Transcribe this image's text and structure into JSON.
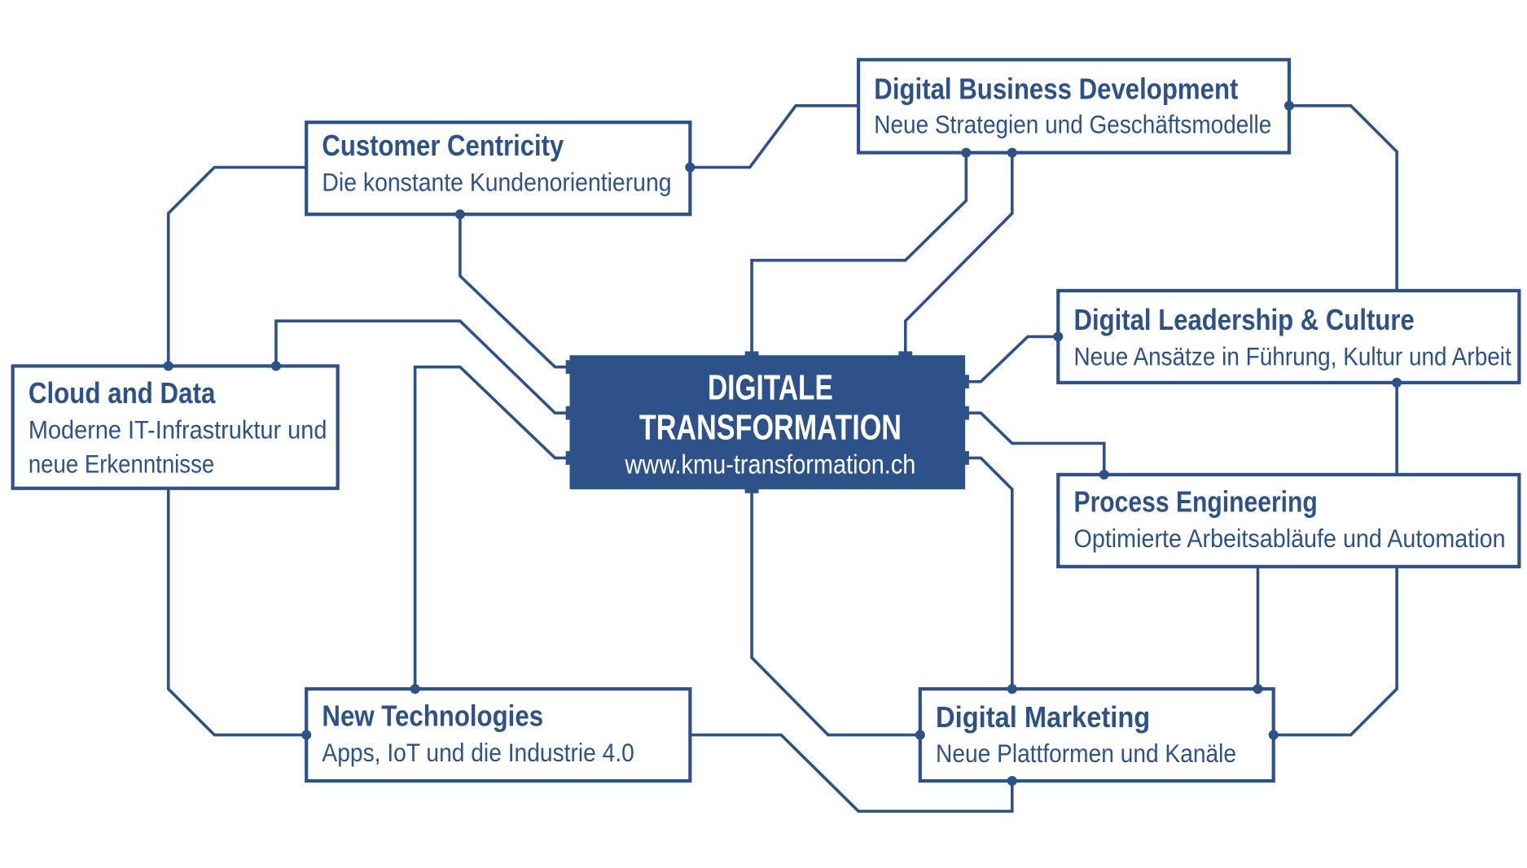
{
  "colors": {
    "primary": "#2d5189",
    "background": "#ffffff"
  },
  "center": {
    "line1": "DIGITALE",
    "line2": "TRANSFORMATION",
    "url": "www.kmu-transformation.ch"
  },
  "nodes": {
    "digital_business_development": {
      "title": "Digital Business Development",
      "subtitle": "Neue Strategien und Geschäftsmodelle"
    },
    "customer_centricity": {
      "title": "Customer Centricity",
      "subtitle": "Die konstante Kundenorientierung"
    },
    "digital_leadership": {
      "title": "Digital Leadership & Culture",
      "subtitle": "Neue Ansätze in Führung, Kultur und Arbeit"
    },
    "cloud_data": {
      "title": "Cloud and Data",
      "subtitle_line1": "Moderne IT-Infrastruktur und",
      "subtitle_line2": "neue Erkenntnisse"
    },
    "process_engineering": {
      "title": "Process Engineering",
      "subtitle": "Optimierte Arbeitsabläufe und Automation"
    },
    "new_technologies": {
      "title": "New Technologies",
      "subtitle": "Apps, IoT und die Industrie 4.0"
    },
    "digital_marketing": {
      "title": "Digital Marketing",
      "subtitle": "Neue Plattformen und Kanäle"
    }
  }
}
